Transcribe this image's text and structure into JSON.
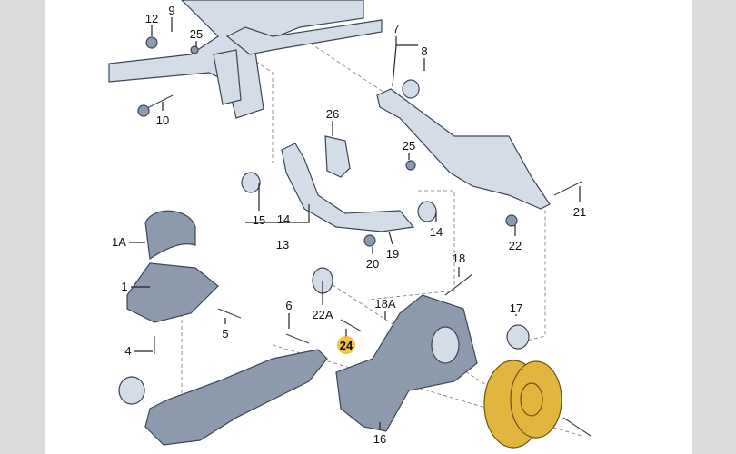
{
  "diagram": {
    "title": "Rear suspension exploded parts diagram",
    "highlight_color": "#f2b823",
    "part_color": "#d4dce8",
    "hub_color": "#e2b53e",
    "labels": [
      "12",
      "9",
      "25",
      "10",
      "7",
      "8",
      "26",
      "25",
      "15",
      "14",
      "13",
      "14",
      "21",
      "22",
      "1A",
      "1",
      "20",
      "19",
      "18",
      "5",
      "6",
      "22A",
      "18A",
      "17",
      "4",
      "24",
      "16"
    ],
    "highlighted_label": "24"
  }
}
